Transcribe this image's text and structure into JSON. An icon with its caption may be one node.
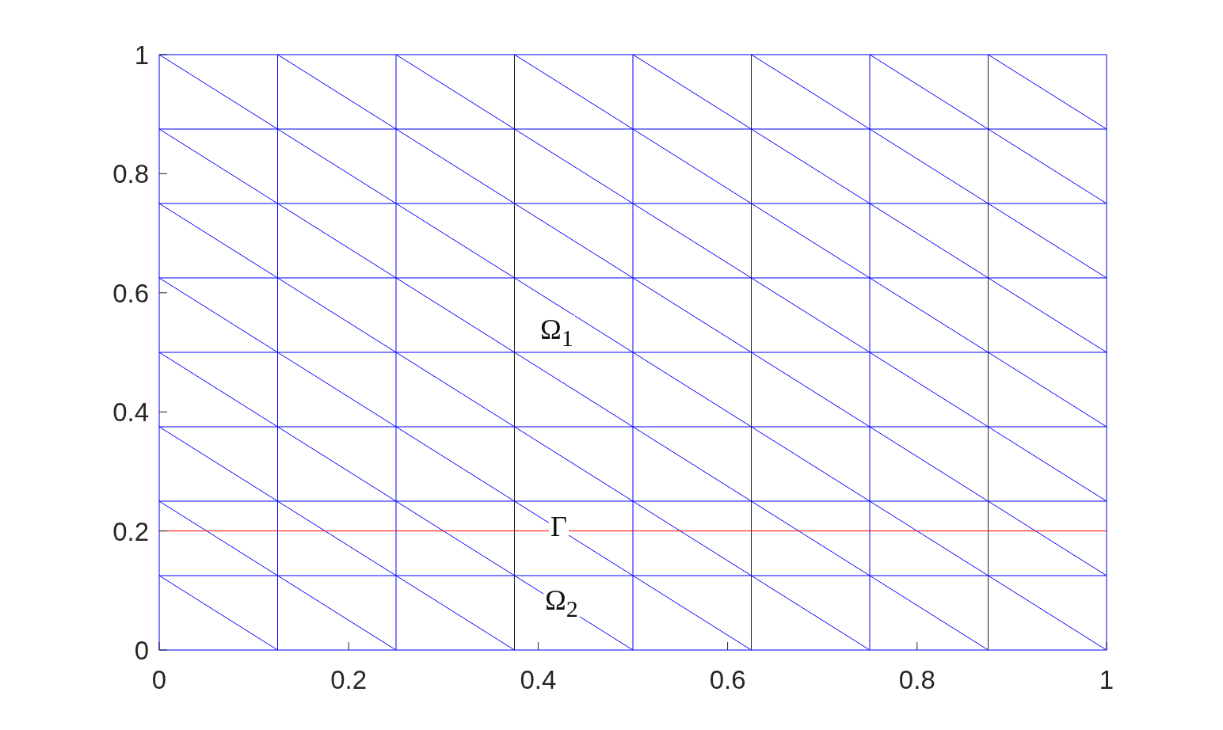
{
  "diagram": {
    "labels": [
      "1",
      "0.8",
      "0.6",
      "Ω$_{1}$",
      "0.4",
      "0.2",
      "Γ",
      "Ω$_{2}$",
      "0",
      "0",
      "0.2",
      "0.4",
      "0.6",
      "0.8",
      "1"
    ]
  }
}
